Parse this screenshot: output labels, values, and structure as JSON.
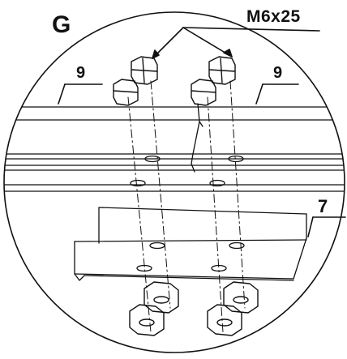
{
  "detail_label": "G",
  "callouts": {
    "bolt_spec": "M6x25",
    "part_left": "9",
    "part_right": "9",
    "part_bracket": "7"
  },
  "colors": {
    "line": "#111111",
    "background": "#ffffff"
  }
}
